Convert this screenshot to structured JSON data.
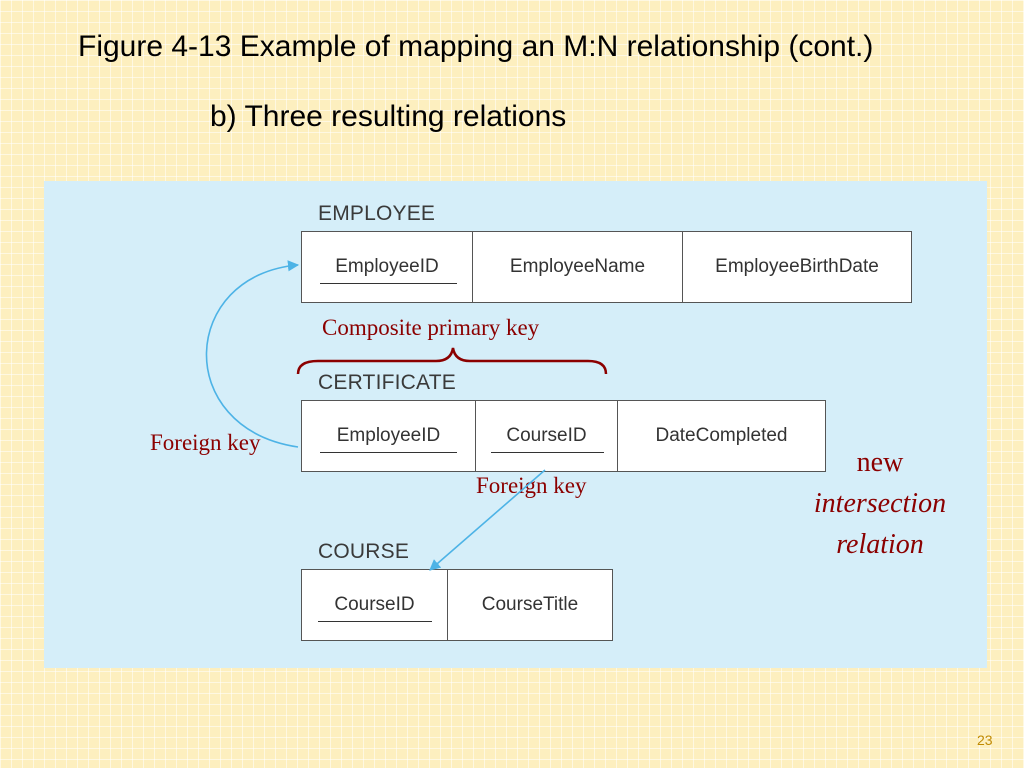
{
  "slide": {
    "title": "Figure 4-13 Example of mapping an M:N relationship (cont.)",
    "subtitle": "b) Three resulting relations",
    "page_number": "23"
  },
  "relations": {
    "employee": {
      "name": "EMPLOYEE",
      "attributes": [
        "EmployeeID",
        "EmployeeName",
        "EmployeeBirthDate"
      ]
    },
    "certificate": {
      "name": "CERTIFICATE",
      "attributes": [
        "EmployeeID",
        "CourseID",
        "DateCompleted"
      ]
    },
    "course": {
      "name": "COURSE",
      "attributes": [
        "CourseID",
        "CourseTitle"
      ]
    }
  },
  "annotations": {
    "composite_key": "Composite primary key",
    "foreign_key_left": "Foreign key",
    "foreign_key_right": "Foreign key",
    "intersection_line1": "new",
    "intersection_line2": "intersection",
    "intersection_line3": "relation"
  },
  "colors": {
    "background": "#fdefbf",
    "panel": "#d5eef9",
    "annotation": "#8b0000",
    "arrow": "#4db3e6"
  }
}
